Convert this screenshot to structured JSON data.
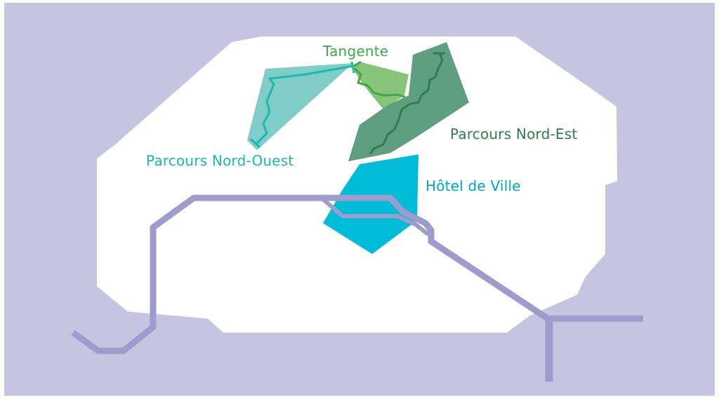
{
  "colors": {
    "background": "#c6c5e1",
    "city": "#ffffff",
    "river": "#9d9ccd",
    "nord_ouest": "#80ccc6",
    "nord_ouest_line": "#1cb9b1",
    "tangente": "#86c47a",
    "tangente_line": "#3daa4a",
    "nord_est": "#5f9e7e",
    "nord_est_line": "#2d7d55",
    "hotel_de_ville": "#00bcd6"
  },
  "zones": {
    "nord_ouest": {
      "label": "Parcours Nord-Ouest"
    },
    "tangente": {
      "label": "Tangente"
    },
    "nord_est": {
      "label": "Parcours Nord-Est"
    },
    "hotel_de_ville": {
      "label": "Hôtel de Ville"
    }
  }
}
